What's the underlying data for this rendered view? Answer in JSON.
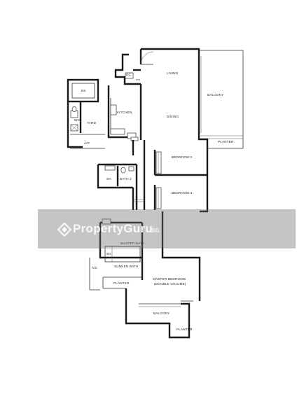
{
  "floorplan": {
    "rooms": {
      "living": "LIVING",
      "dining": "DINING",
      "balcony_top": "BALCONY",
      "planter_top": "PLANTER",
      "kitchen": "KITCHEN",
      "yard": "YARD",
      "wc": "WC",
      "bs": "BS",
      "ac_top": "A/C",
      "bedroom2": "BEDROOM 2",
      "bedroom3": "BEDROOM 3",
      "bath2": "BATH 2",
      "sh_bath2": "SH",
      "master_bath": "MASTER BATH",
      "sh_master": "SH",
      "sunken_bath": "SUNKEN BATH",
      "planter_mid": "PLANTER",
      "ac_left": "A/C",
      "master_bedroom": "MASTER BEDROOM",
      "double_volume": "(DOUBLE VOLUME)",
      "balcony_bottom": "BALCONY",
      "planter_bottom": "PLANTER",
      "dc": "DC",
      "tt": "TT"
    }
  },
  "watermark": {
    "brand": "PropertyGuru",
    "suffix": "SG"
  }
}
